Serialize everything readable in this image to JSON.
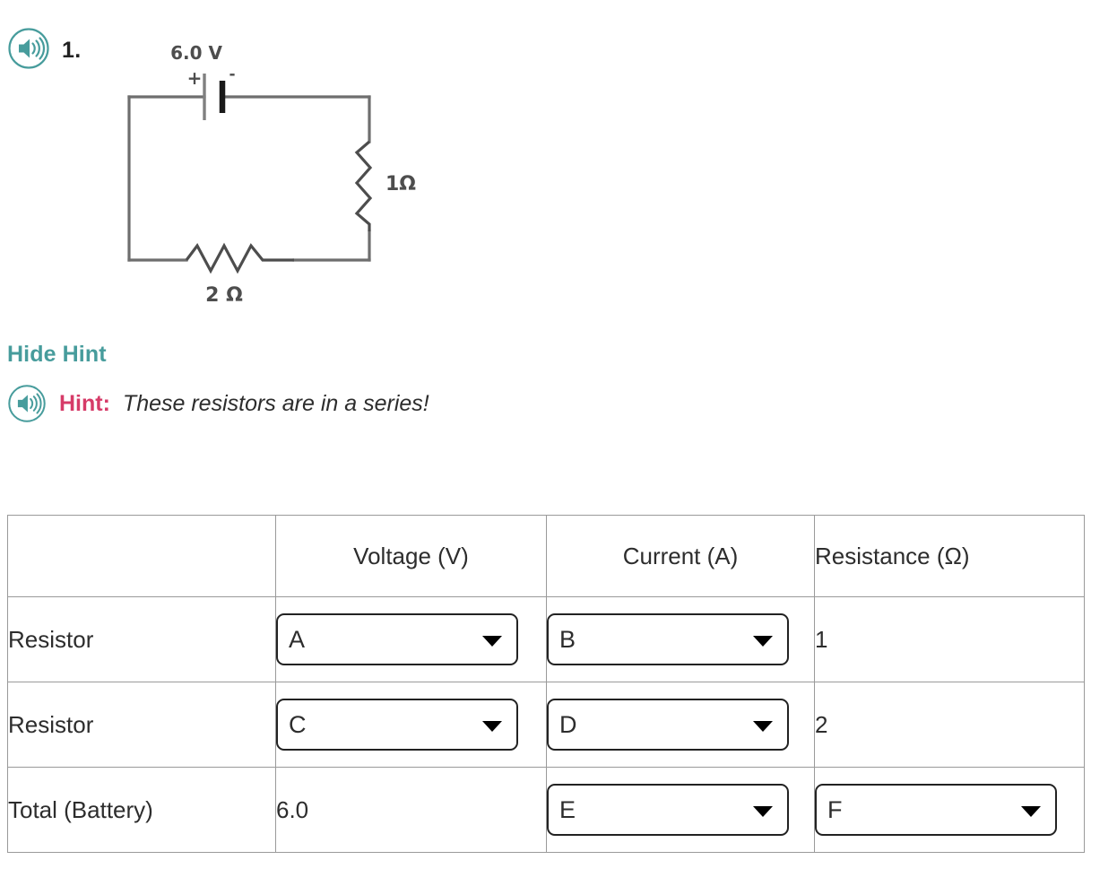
{
  "question": {
    "number": "1.",
    "speaker_icon": "speaker-audio-icon",
    "circuit": {
      "battery_label": "6.0 V",
      "battery_plus": "+",
      "battery_minus": "-",
      "resistor_right_label": "1Ω",
      "resistor_bottom_label": "2 Ω"
    }
  },
  "hint": {
    "toggle_label": "Hide Hint",
    "speaker_icon": "speaker-audio-icon",
    "label": "Hint:",
    "text": "These resistors are in a series!"
  },
  "table": {
    "headers": [
      "",
      "Voltage (V)",
      "Current (A)",
      "Resistance (Ω)"
    ],
    "rows": [
      {
        "label": "Resistor",
        "voltage": {
          "type": "dropdown",
          "value": "A"
        },
        "current": {
          "type": "dropdown",
          "value": "B"
        },
        "resistance": {
          "type": "text",
          "value": "1"
        }
      },
      {
        "label": "Resistor",
        "voltage": {
          "type": "dropdown",
          "value": "C"
        },
        "current": {
          "type": "dropdown",
          "value": "D"
        },
        "resistance": {
          "type": "text",
          "value": "2"
        }
      },
      {
        "label": "Total (Battery)",
        "voltage": {
          "type": "text",
          "value": "6.0"
        },
        "current": {
          "type": "dropdown",
          "value": "E"
        },
        "resistance": {
          "type": "dropdown",
          "value": "F"
        }
      }
    ]
  },
  "colors": {
    "teal": "#479c9c",
    "crimson": "#d63b68",
    "wire": "#6e6e6e",
    "border": "#9a9a9a"
  }
}
